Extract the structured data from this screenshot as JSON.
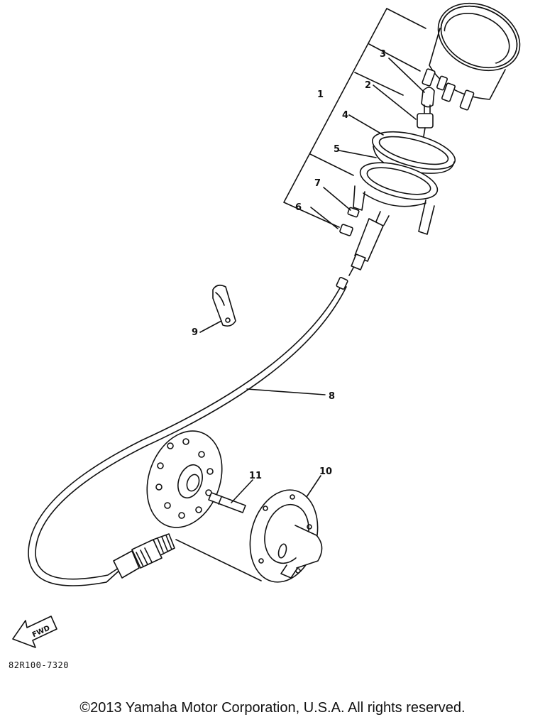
{
  "diagram": {
    "callouts": [
      {
        "id": "1",
        "label": "1"
      },
      {
        "id": "2",
        "label": "2"
      },
      {
        "id": "3",
        "label": "3"
      },
      {
        "id": "4",
        "label": "4"
      },
      {
        "id": "5",
        "label": "5"
      },
      {
        "id": "6",
        "label": "6"
      },
      {
        "id": "7",
        "label": "7"
      },
      {
        "id": "8",
        "label": "8"
      },
      {
        "id": "9",
        "label": "9"
      },
      {
        "id": "10",
        "label": "10"
      },
      {
        "id": "11",
        "label": "11"
      }
    ],
    "fwd_label": "FWD",
    "part_code": "82R100-7320",
    "copyright": "©2013 Yamaha Motor Corporation, U.S.A. All rights reserved."
  },
  "colors": {
    "ink": "#111111",
    "paper": "#ffffff"
  }
}
